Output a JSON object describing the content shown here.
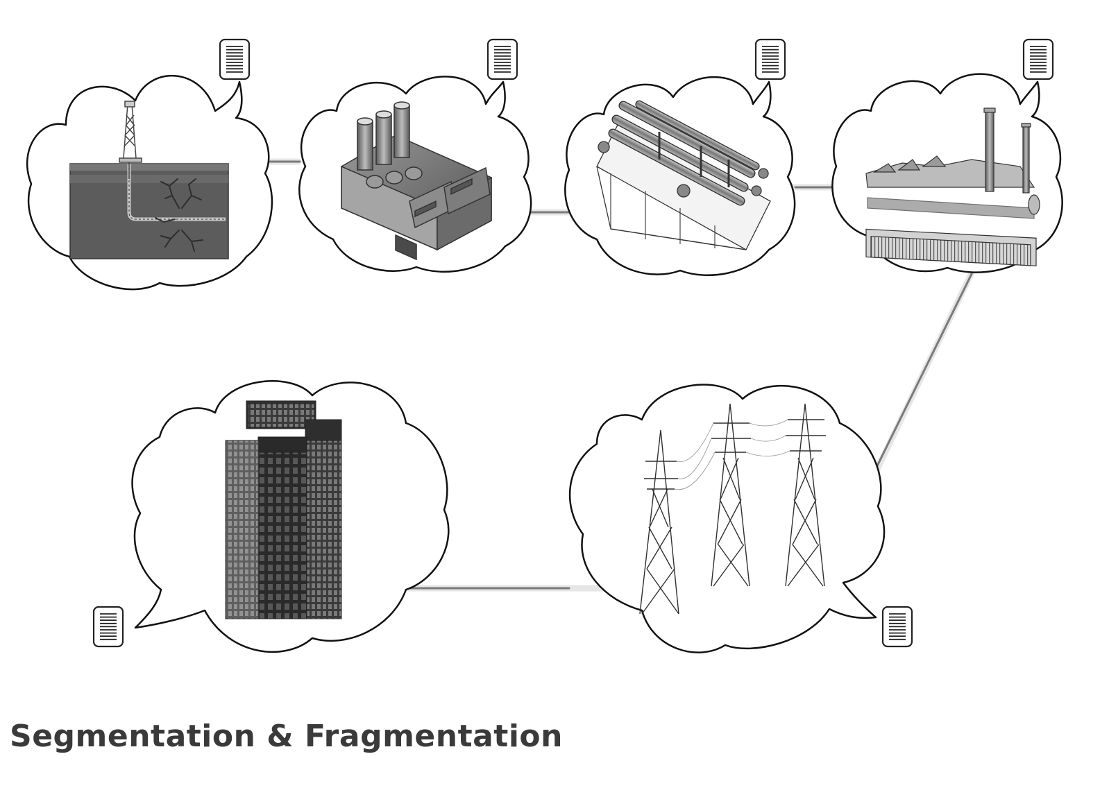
{
  "title": "Segmentation & Fragmentation",
  "colors": {
    "outline": "#111111",
    "pipe": "#6f6f6f",
    "pipe_glow": "#e2e2e2",
    "ground": "#5c5c5c",
    "steel": "#8a8a8a",
    "caption": "#3a3a3a"
  },
  "stages": [
    {
      "name": "well-site",
      "icon": "drilling-rig-icon",
      "note_icon": "document-icon"
    },
    {
      "name": "processing-plant",
      "icon": "factory-icon",
      "note_icon": "document-icon"
    },
    {
      "name": "piping-skid",
      "icon": "pipe-skid-icon",
      "note_icon": "document-icon"
    },
    {
      "name": "power-plant",
      "icon": "power-plant-icon",
      "note_icon": "document-icon"
    },
    {
      "name": "transmission-lines",
      "icon": "transmission-tower-icon",
      "note_icon": "document-icon"
    },
    {
      "name": "office-tower",
      "icon": "skyscraper-icon",
      "note_icon": "document-icon"
    }
  ]
}
